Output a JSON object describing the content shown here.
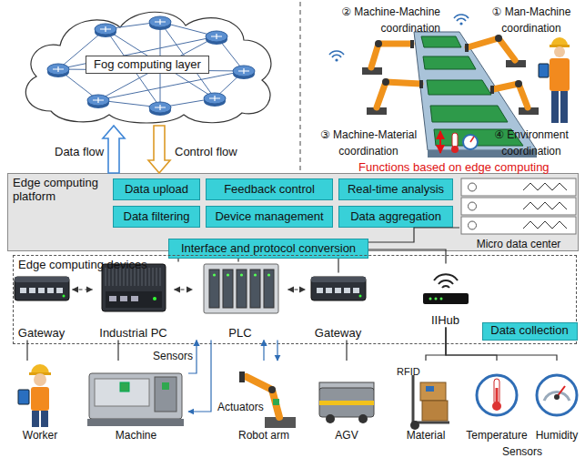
{
  "diagram": {
    "nodes": [
      {
        "text": [
          "Fog computing layer"
        ]
      },
      {
        "text": [
          "Edge computing platform"
        ]
      },
      {
        "text": [
          "Data upload"
        ],
        "in": 1
      },
      {
        "text": [
          "Feedback control"
        ],
        "in": 1
      },
      {
        "text": [
          "Real-time analysis"
        ],
        "in": 1
      },
      {
        "text": [
          "Data filtering"
        ],
        "in": 1
      },
      {
        "text": [
          "Device management"
        ],
        "in": 1
      },
      {
        "text": [
          "Data aggregation"
        ],
        "in": 1
      },
      {
        "text": [
          "Micro data center"
        ],
        "in": 1
      },
      {
        "text": [
          "Interface and protocol conversion"
        ]
      },
      {
        "text": [
          "Edge computing devices"
        ]
      },
      {
        "text": [
          "Gateway"
        ],
        "in": 10
      },
      {
        "text": [
          "Industrial PC"
        ],
        "in": 10
      },
      {
        "text": [
          "PLC"
        ],
        "in": 10
      },
      {
        "text": [
          "Gateway"
        ],
        "in": 10
      },
      {
        "text": [
          "IIHub"
        ],
        "in": 10
      },
      {
        "text": [
          "Data collection"
        ],
        "in": 10
      },
      {
        "text": [
          "Worker"
        ]
      },
      {
        "text": [
          "Machine"
        ]
      },
      {
        "text": [
          "Robot arm"
        ]
      },
      {
        "text": [
          "AGV"
        ]
      },
      {
        "text": [
          "Material"
        ]
      },
      {
        "text": [
          "Temperature"
        ]
      },
      {
        "text": [
          "Humidity"
        ]
      }
    ],
    "edges": [
      {
        "from": 1,
        "to": 0,
        "arrow": "to",
        "label": "Data flow"
      },
      {
        "from": 0,
        "to": 1,
        "arrow": "to",
        "label": "Control flow"
      },
      {
        "from": 9,
        "to": 8,
        "arrow": "none"
      },
      {
        "from": 9,
        "to": 12,
        "arrow": "none"
      },
      {
        "from": 9,
        "to": 13,
        "arrow": "none"
      },
      {
        "from": 9,
        "to": 14,
        "arrow": "none"
      },
      {
        "from": 9,
        "to": 15,
        "arrow": "none"
      },
      {
        "from": 11,
        "to": 12,
        "arrow": "both"
      },
      {
        "from": 12,
        "to": 13,
        "arrow": "both"
      },
      {
        "from": 13,
        "to": 14,
        "arrow": "both"
      },
      {
        "from": 11,
        "to": 17,
        "arrow": "none"
      },
      {
        "from": 12,
        "to": 18,
        "arrow": "none"
      },
      {
        "from": 18,
        "to": 13,
        "arrow": "to",
        "label": "Sensors"
      },
      {
        "from": 13,
        "to": 18,
        "arrow": "to",
        "label": "Actuators"
      },
      {
        "from": 19,
        "to": 13,
        "arrow": "to"
      },
      {
        "from": 13,
        "to": 19,
        "arrow": "to"
      },
      {
        "from": 14,
        "to": 20,
        "arrow": "none"
      },
      {
        "from": 15,
        "to": 21,
        "arrow": "none"
      },
      {
        "from": 15,
        "to": 22,
        "arrow": "none"
      },
      {
        "from": 15,
        "to": 23,
        "arrow": "none"
      }
    ],
    "labels": [
      "② Machine-Machine coordination",
      "① Man-Machine coordination",
      "③ Machine-Material coordination",
      "④ Environment coordination",
      "Functions based on edge computing",
      "RFID",
      "Sensors"
    ]
  }
}
